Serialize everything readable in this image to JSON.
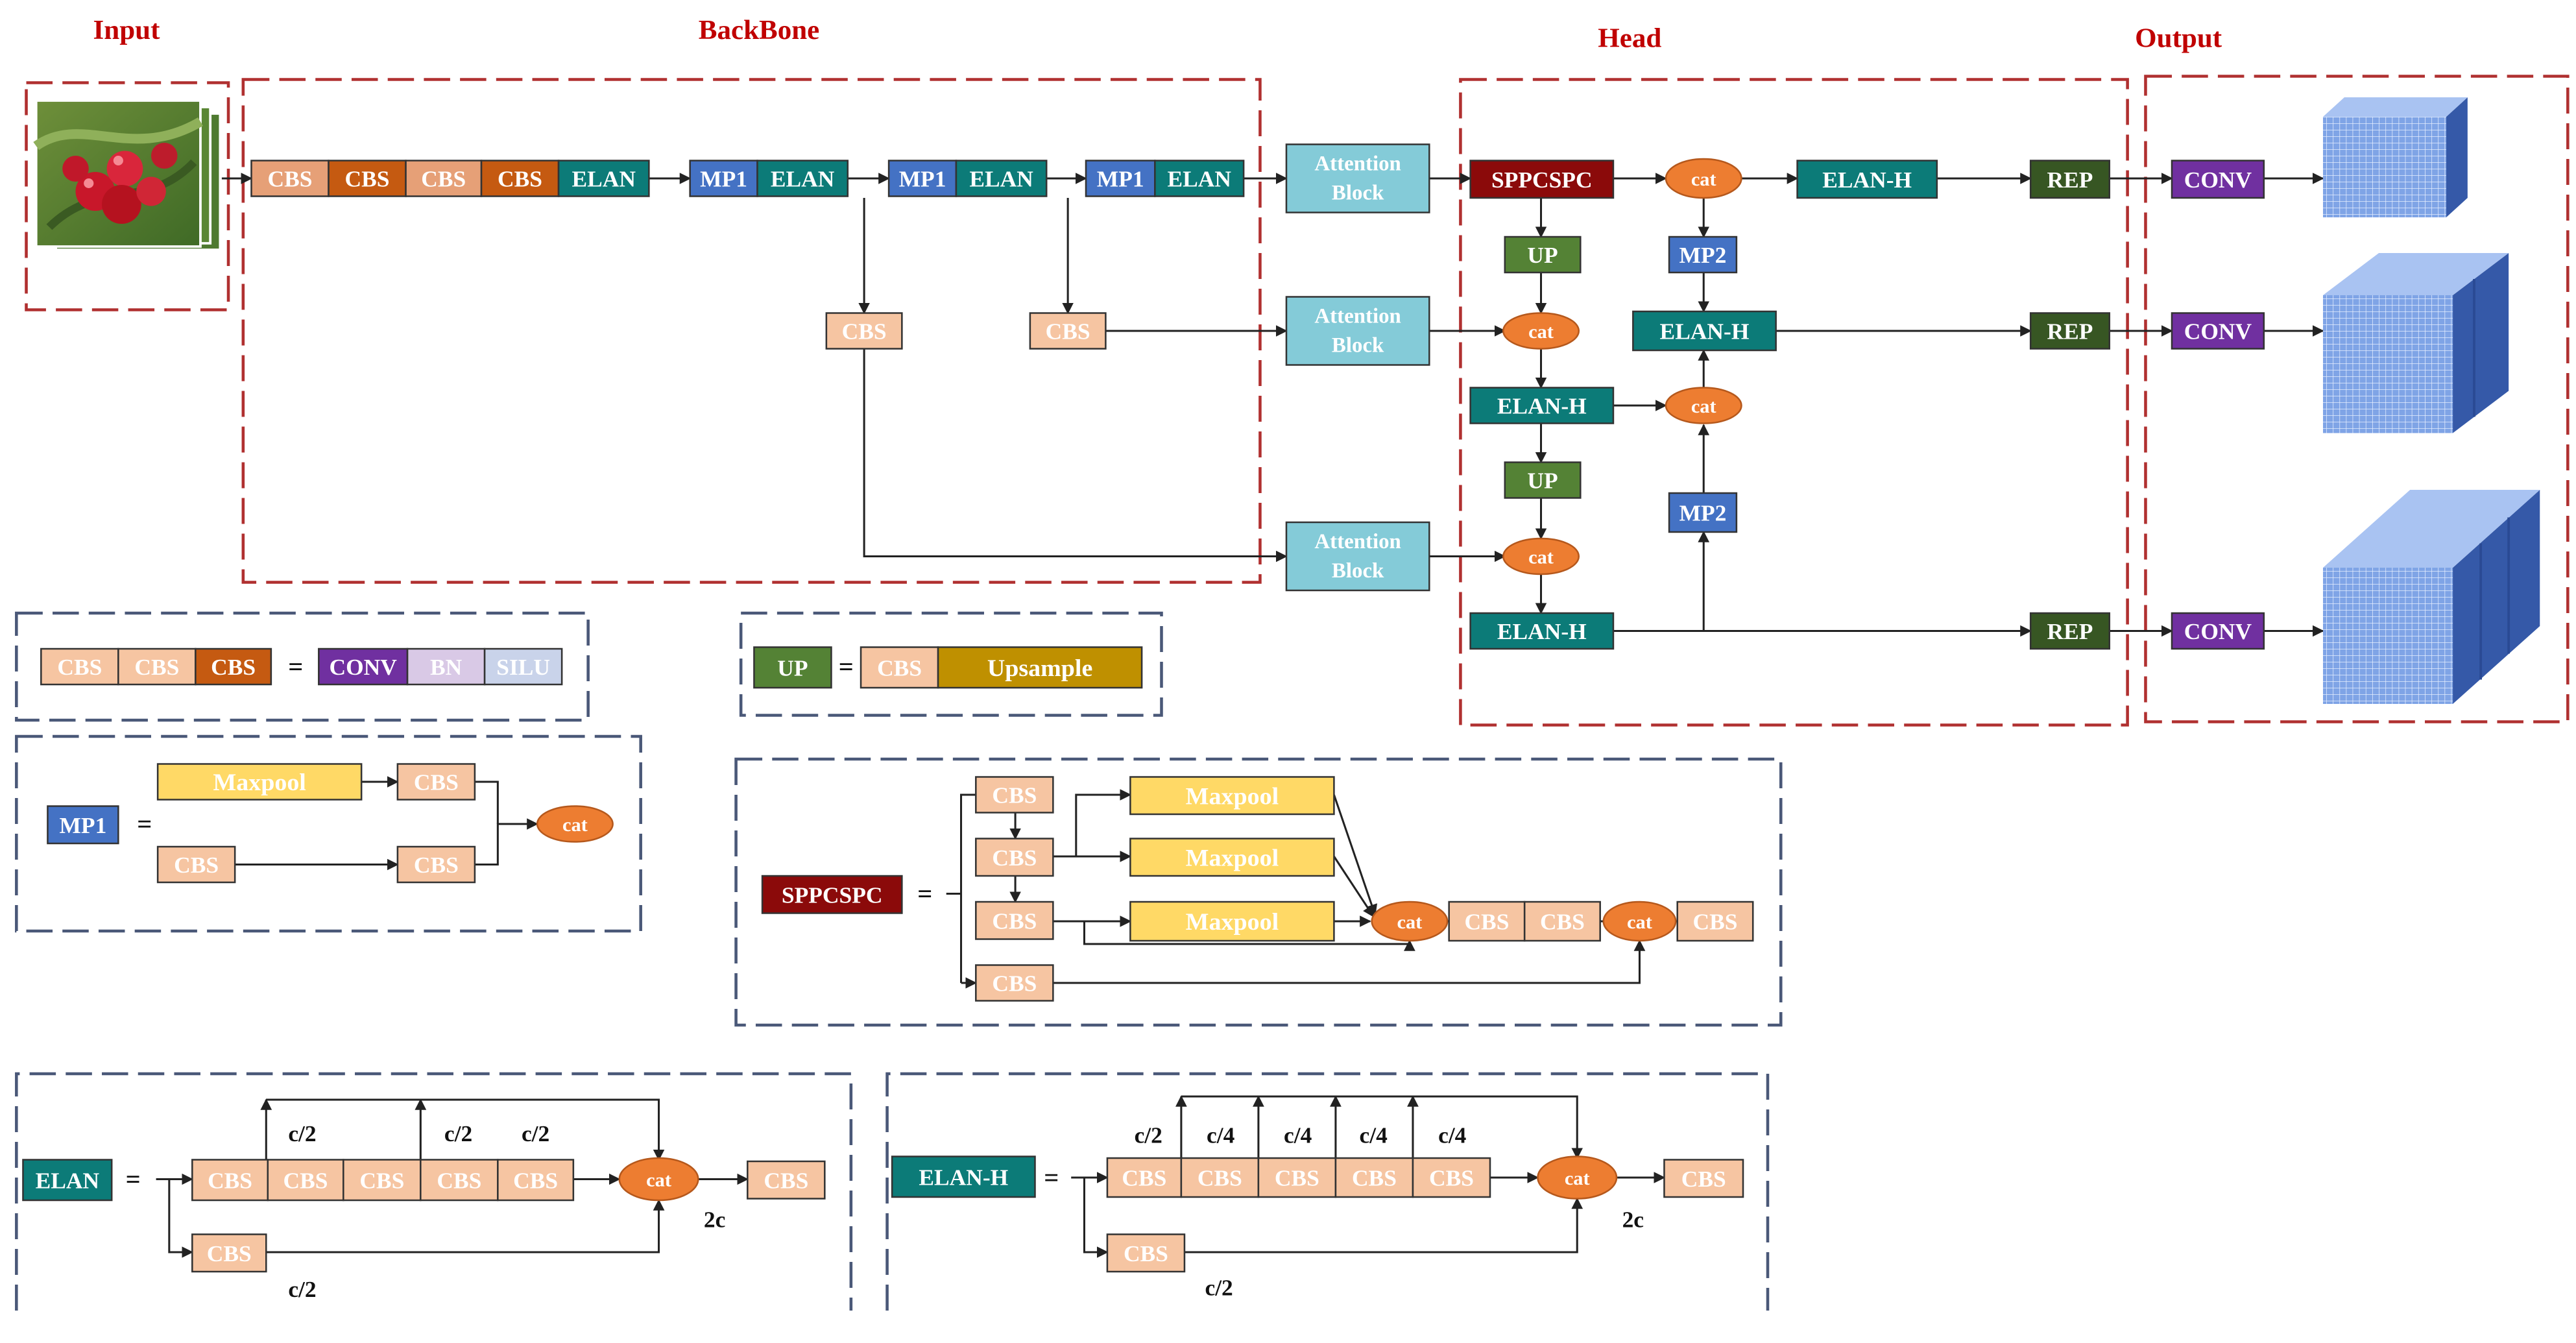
{
  "sections": {
    "input": "Input",
    "backbone": "BackBone",
    "head": "Head",
    "output": "Output"
  },
  "labels": {
    "cbs": "CBS",
    "elan": "ELAN",
    "elan_h": "ELAN-H",
    "mp1": "MP1",
    "mp2": "MP2",
    "up": "UP",
    "cat": "cat",
    "rep": "REP",
    "conv": "CONV",
    "sppcspc": "SPPCSPC",
    "attention_line1": "Attention",
    "attention_line2": "Block",
    "bn": "BN",
    "silu": "SILU",
    "upsample": "Upsample",
    "maxpool": "Maxpool",
    "equals": "=",
    "c2": "c/2",
    "c4": "c/4",
    "two_c": "2c"
  },
  "colors": {
    "frame_red": "#b03030",
    "frame_navy": "#4a5878",
    "title_red": "#c00000",
    "cbs_light": "#f6c5a2",
    "cbs_mid": "#e6a077",
    "cbs_dark": "#c55a11",
    "teal": "#0c7b78",
    "blue": "#4472c4",
    "green": "#548235",
    "green_dark": "#375623",
    "orange": "#ed7d31",
    "purple": "#7030a0",
    "maroon": "#8b0a0a",
    "attention": "#84cbd8",
    "yellow": "#ffd966",
    "gold": "#bf9000",
    "bn": "#d9c9e6",
    "silu": "#c9d3ea",
    "cube_front": "#7fa4e6",
    "cube_side": "#3559a8",
    "cube_top": "#a9c3f2"
  }
}
